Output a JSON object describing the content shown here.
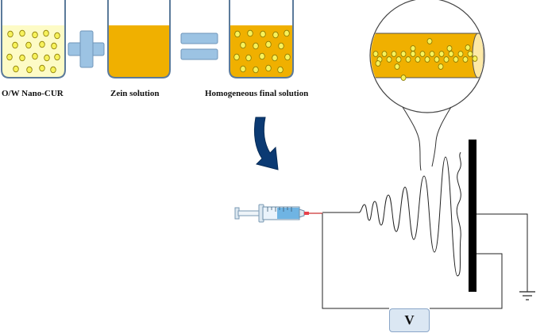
{
  "beakers": [
    {
      "label": "O/W Nano-CUR",
      "fill": "#fdfbc6",
      "particles": true
    },
    {
      "label": "Zein solution",
      "fill": "#f0b000",
      "particles": false
    },
    {
      "label": "Homogeneous final solution",
      "fill": "#f0b000",
      "particles": true
    }
  ],
  "operators": [
    "plus",
    "equals"
  ],
  "voltage_label": "V",
  "colors": {
    "zein": "#f0b000",
    "nano_cur": "#fdfbc6",
    "particle_fill": "#f7f25a",
    "particle_stroke": "#8a7a00",
    "operator": "#9cc3e3",
    "arrow": "#0b3a73",
    "collector": "#000000"
  },
  "icons": [
    "syringe-icon",
    "curved-arrow-icon",
    "ground-icon",
    "magnifier-circle"
  ]
}
